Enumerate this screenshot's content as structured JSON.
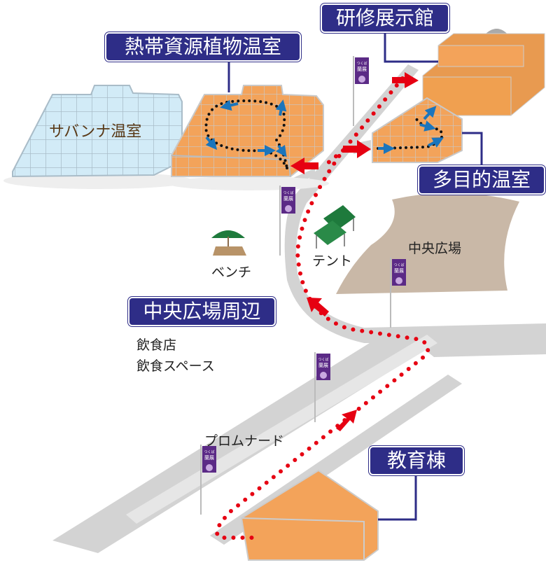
{
  "labels": {
    "kenshu": "研修展示館",
    "nettai": "熱帯資源植物温室",
    "tamokuteki": "多目的温室",
    "chuo_shuhen": "中央広場周辺",
    "kyoiku": "教育棟"
  },
  "places": {
    "savanna": "サバンナ温室",
    "plaza": "中央広場",
    "bench": "ベンチ",
    "tent": "テント",
    "promenade": "プロムナード"
  },
  "facilities": [
    "飲食店",
    "飲食スペース"
  ],
  "banner": {
    "line1": "つくば",
    "line2": "蘭展"
  },
  "colors": {
    "label_bg": "#2e2d87",
    "route": "#e60012",
    "inner_route": "#1b75bc",
    "building": "#f3a35a",
    "greenhouse_glass": "#d2ebf7",
    "road": "#d3d3d3",
    "plaza": "#c9b8a7",
    "banner": "#5b2a86"
  },
  "icons": [
    "route-arrow-icon",
    "banner-flag-icon",
    "bench-icon",
    "tent-icon"
  ]
}
